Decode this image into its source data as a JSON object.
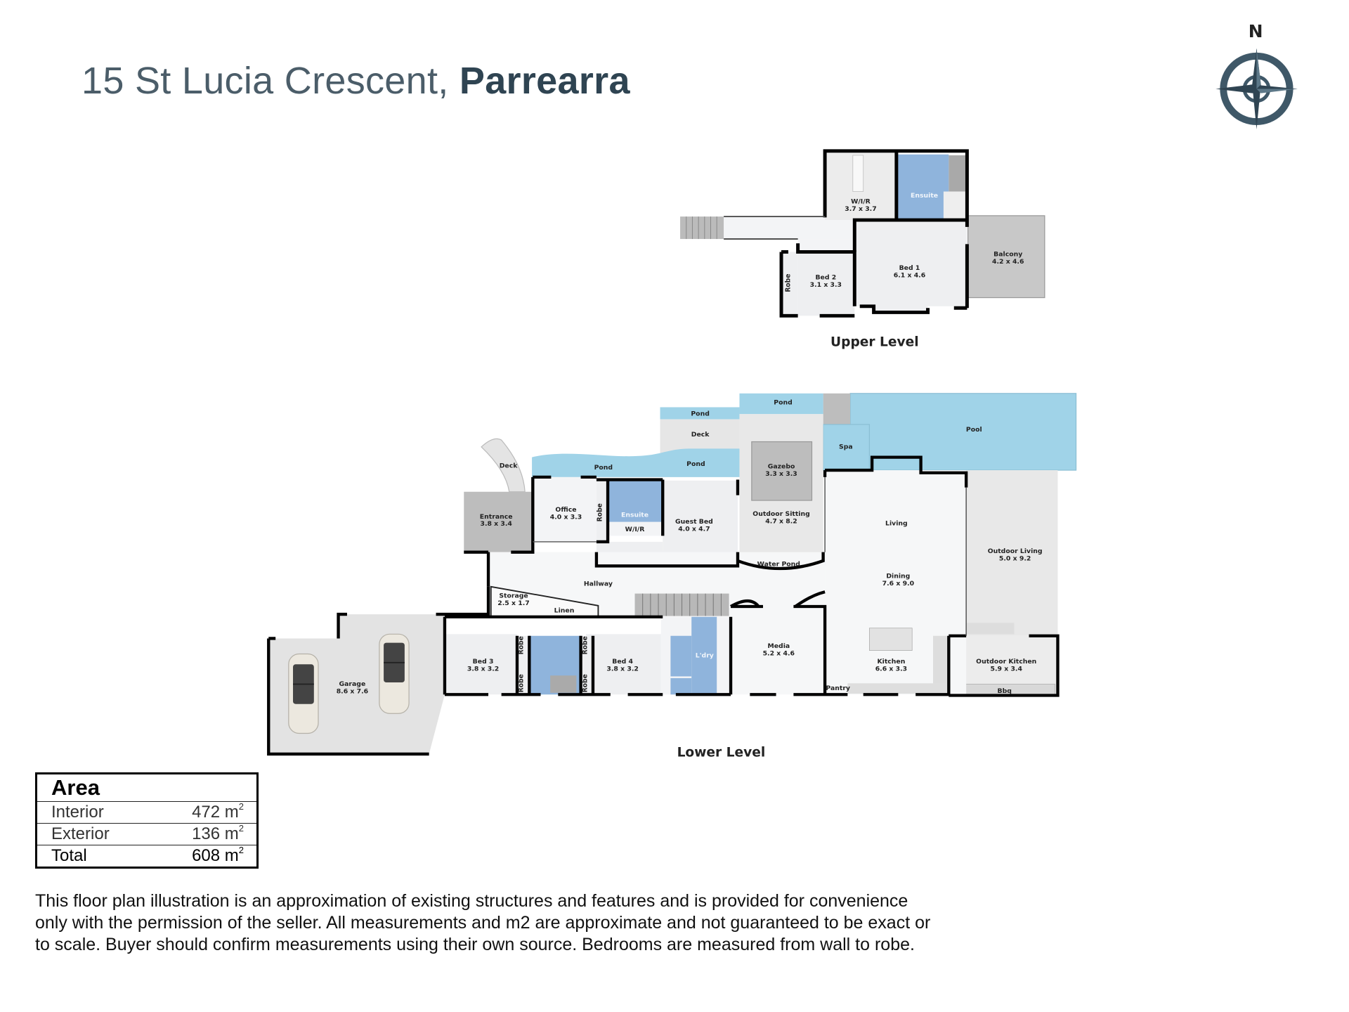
{
  "header": {
    "address": "15 St Lucia Crescent,",
    "suburb": "Parrearra"
  },
  "compass": {
    "label": "N"
  },
  "upper_level": {
    "label": "Upper Level",
    "rooms": [
      {
        "name": "W/I/R",
        "dims": "3.7 x 3.7"
      },
      {
        "name": "Ensuite",
        "dims": ""
      },
      {
        "name": "Bed 1",
        "dims": "6.1 x 4.6"
      },
      {
        "name": "Bed 2",
        "dims": "3.1 x 3.3"
      },
      {
        "name": "Balcony",
        "dims": "4.2 x 4.6"
      },
      {
        "name": "Robe",
        "dims": ""
      }
    ]
  },
  "lower_level": {
    "label": "Lower Level",
    "rooms": [
      {
        "name": "Pond",
        "dims": ""
      },
      {
        "name": "Pond",
        "dims": ""
      },
      {
        "name": "Pool",
        "dims": ""
      },
      {
        "name": "Spa",
        "dims": ""
      },
      {
        "name": "Deck",
        "dims": ""
      },
      {
        "name": "Deck",
        "dims": ""
      },
      {
        "name": "Pond",
        "dims": ""
      },
      {
        "name": "Pond",
        "dims": ""
      },
      {
        "name": "Gazebo",
        "dims": "3.3 x 3.3"
      },
      {
        "name": "Outdoor Sitting",
        "dims": "4.7 x 8.2"
      },
      {
        "name": "Water Pond",
        "dims": ""
      },
      {
        "name": "Entrance",
        "dims": "3.8 x 3.4"
      },
      {
        "name": "Office",
        "dims": "4.0 x 3.3"
      },
      {
        "name": "Robe",
        "dims": ""
      },
      {
        "name": "Ensuite",
        "dims": ""
      },
      {
        "name": "W/I/R",
        "dims": ""
      },
      {
        "name": "Guest Bed",
        "dims": "4.0 x 4.7"
      },
      {
        "name": "Hallway",
        "dims": ""
      },
      {
        "name": "Storage",
        "dims": "2.5 x 1.7"
      },
      {
        "name": "Linen",
        "dims": ""
      },
      {
        "name": "Living",
        "dims": ""
      },
      {
        "name": "Dining",
        "dims": "7.6 x 9.0"
      },
      {
        "name": "Outdoor Living",
        "dims": "5.0 x 9.2"
      },
      {
        "name": "Media",
        "dims": "5.2 x 4.6"
      },
      {
        "name": "L'dry",
        "dims": ""
      },
      {
        "name": "Kitchen",
        "dims": "6.6 x 3.3"
      },
      {
        "name": "Pantry",
        "dims": ""
      },
      {
        "name": "Outdoor Kitchen",
        "dims": "5.9 x 3.4"
      },
      {
        "name": "Bbq",
        "dims": ""
      },
      {
        "name": "Bed 3",
        "dims": "3.8 x 3.2"
      },
      {
        "name": "Bed 4",
        "dims": "3.8 x 3.2"
      },
      {
        "name": "Garage",
        "dims": "8.6 x 7.6"
      },
      {
        "name": "Robe",
        "dims": ""
      },
      {
        "name": "Robe",
        "dims": ""
      },
      {
        "name": "Robe",
        "dims": ""
      },
      {
        "name": "Robe",
        "dims": ""
      }
    ]
  },
  "area": {
    "title": "Area",
    "rows": [
      {
        "label": "Interior",
        "value": "472 m",
        "unit_sup": "2"
      },
      {
        "label": "Exterior",
        "value": "136 m",
        "unit_sup": "2"
      },
      {
        "label": "Total",
        "value": "608 m",
        "unit_sup": "2"
      }
    ]
  },
  "disclaimer": {
    "lines": [
      "This floor plan illustration is an approximation of existing structures and features and is provided for convenience",
      "only with the permission of the seller. All measurements and m2 are approximate and not guaranteed to be exact or",
      "to scale. Buyer should confirm measurements using their own source. Bedrooms are measured from wall to robe."
    ]
  },
  "colors": {
    "water": "#a0d3e8",
    "bathroom": "#8fb4dc",
    "floor": "#f3f4f6",
    "deck": "#e4e4e4",
    "tile": "#bdbdbd",
    "title": "#2f4452"
  }
}
